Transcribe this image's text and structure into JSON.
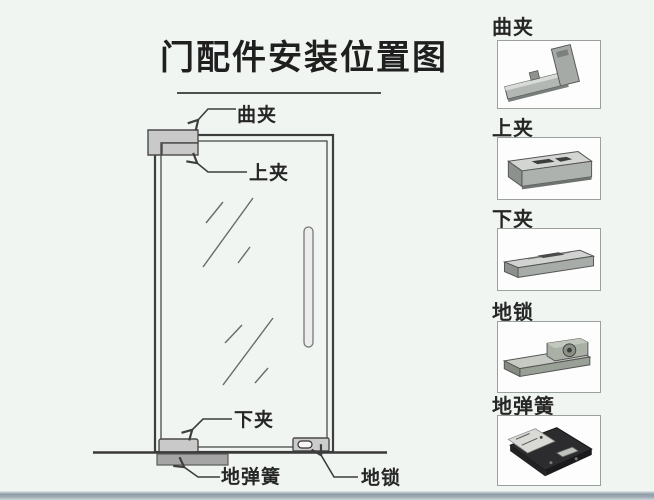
{
  "title": {
    "text": "门配件安装位置图"
  },
  "diagram": {
    "labels": {
      "qu_jia": "曲夹",
      "shang_jia": "上夹",
      "xia_jia": "下夹",
      "di_tan_huang": "地弹簧",
      "di_suo": "地锁"
    }
  },
  "sidebar": {
    "items": [
      {
        "label": "曲夹",
        "image": "curved-clamp-photo"
      },
      {
        "label": "上夹",
        "image": "top-clamp-photo"
      },
      {
        "label": "下夹",
        "image": "bottom-clamp-photo"
      },
      {
        "label": "地锁",
        "image": "floor-lock-photo"
      },
      {
        "label": "地弹簧",
        "image": "floor-spring-photo"
      }
    ]
  },
  "colors": {
    "background": "#f0f5f1",
    "line_art": "#3d3d3d",
    "fitting_fill": "#c9c9c9",
    "floor_spring_fill": "#a5a5a5",
    "bottom_bar": "#8f9da6"
  }
}
